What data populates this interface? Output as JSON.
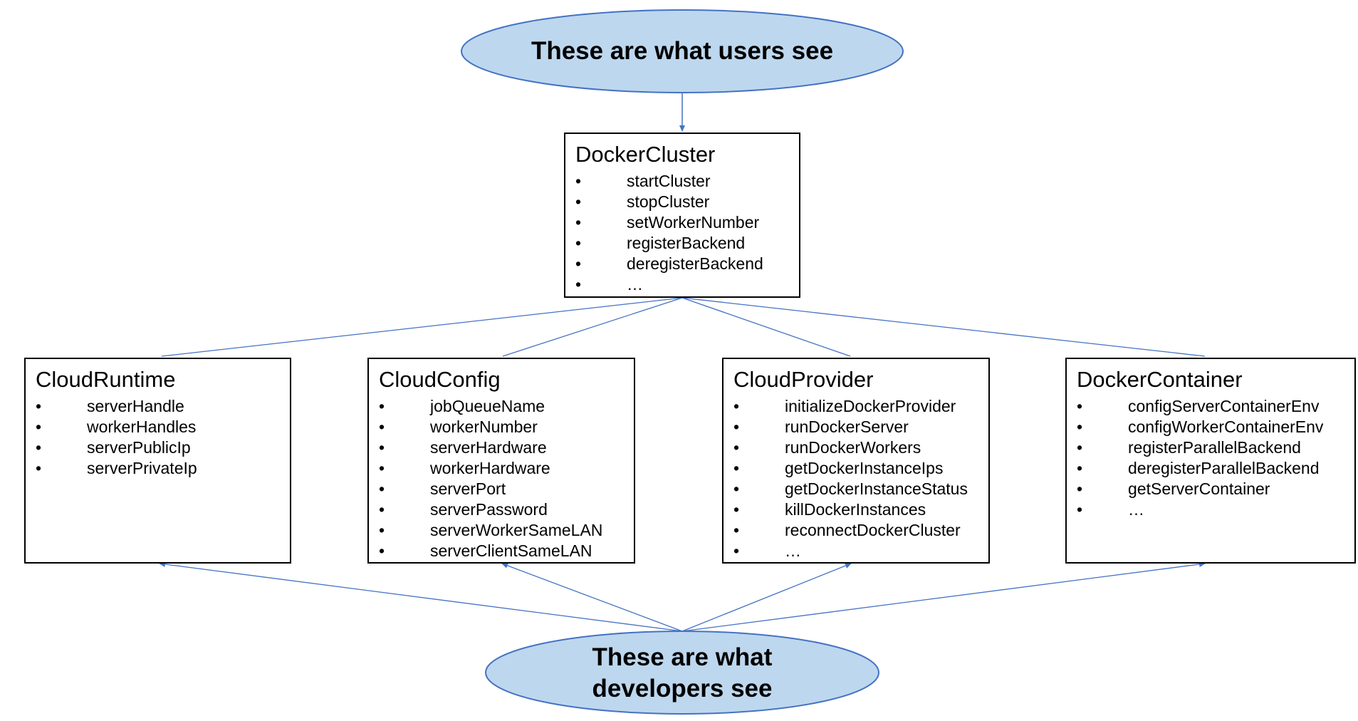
{
  "nodes": {
    "users": {
      "label": "These are what users see"
    },
    "developers": {
      "label": "These are what developers see"
    },
    "docker_cluster": {
      "title": "DockerCluster",
      "items": [
        "startCluster",
        "stopCluster",
        "setWorkerNumber",
        "registerBackend",
        "deregisterBackend",
        "…"
      ]
    },
    "cloud_runtime": {
      "title": "CloudRuntime",
      "items": [
        "serverHandle",
        "workerHandles",
        "serverPublicIp",
        "serverPrivateIp"
      ]
    },
    "cloud_config": {
      "title": "CloudConfig",
      "items": [
        "jobQueueName",
        "workerNumber",
        "serverHardware",
        "workerHardware",
        "serverPort",
        "serverPassword",
        "serverWorkerSameLAN",
        "serverClientSameLAN"
      ]
    },
    "cloud_provider": {
      "title": "CloudProvider",
      "items": [
        "initializeDockerProvider",
        "runDockerServer",
        "runDockerWorkers",
        "getDockerInstanceIps",
        "getDockerInstanceStatus",
        "killDockerInstances",
        "reconnectDockerCluster",
        "…"
      ]
    },
    "docker_container": {
      "title": "DockerContainer",
      "items": [
        "configServerContainerEnv",
        "configWorkerContainerEnv",
        "registerParallelBackend",
        "deregisterParallelBackend",
        "getServerContainer",
        "…"
      ]
    }
  },
  "colors": {
    "ellipse_fill": "#bdd7ee",
    "ellipse_stroke": "#4472c4",
    "connector": "#4472c4",
    "box_border": "#000000"
  }
}
